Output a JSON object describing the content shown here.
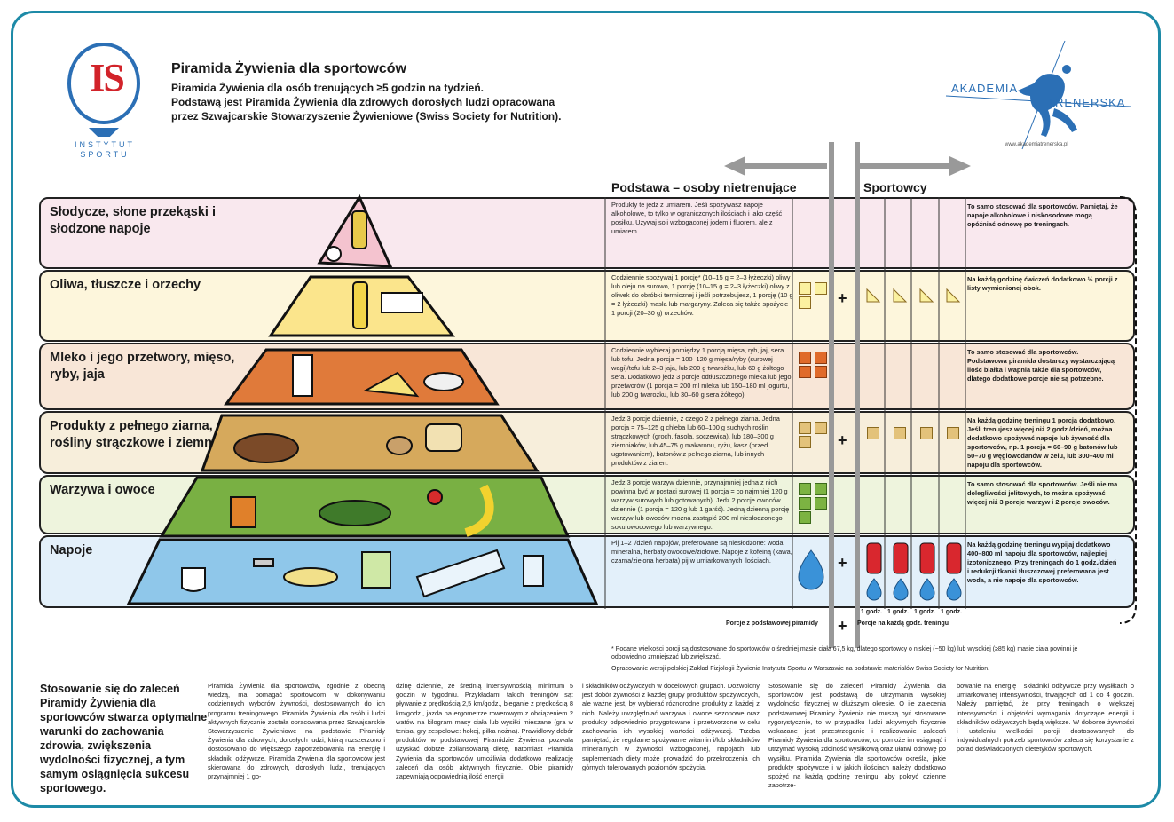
{
  "logo_institute": {
    "letters": "IS",
    "line1": "INSTYTUT",
    "line2": "SPORTU"
  },
  "header": {
    "title": "Piramida Żywienia dla sportowców",
    "line1": "Piramida Żywienia dla osób trenujących ≥5 godzin na tydzień.",
    "line2": "Podstawą jest Piramida Żywienia dla zdrowych dorosłych ludzi opracowana",
    "line3": "przez Szwajcarskie Stowarzyszenie Żywieniowe (Swiss Society for Nutrition)."
  },
  "logo_akademia": {
    "word1": "AKADEMIA",
    "word2": "TRENERSKA",
    "url": "www.akademiatrenerska.pl"
  },
  "columns": {
    "base": "Podstawa – osoby nietrenujące",
    "athletes": "Sportowcy"
  },
  "rows": [
    {
      "label": "Słodycze, słone przekąski i słodzone napoje",
      "color": "#f9e8ee",
      "base_text": "Produkty te jedz z umiarem. Jeśli spożywasz napoje alkoholowe, to tylko w ograniczonych ilościach i jako część posiłku. Używaj soli wzbogaconej jodem i fluorem, ale z umiarem.",
      "athlete_text": "To samo stosować dla sportowców. Pamiętaj, że napoje alkoholowe i niskosodowe mogą opóźniać odnowę po treningach."
    },
    {
      "label": "Oliwa, tłuszcze i orzechy",
      "color": "#fdf6dc",
      "base_text": "Codziennie spożywaj 1 porcję* (10–15 g = 2–3 łyżeczki) oliwy lub oleju na surowo, 1 porcję (10–15 g = 2–3 łyżeczki) oliwy z oliwek do obróbki termicznej i jeśli potrzebujesz, 1 porcję (10 g = 2 łyżeczki) masła lub margaryny. Zaleca się także spożycie 1 porcji (20–30 g) orzechów.",
      "athlete_text": "Na każdą godzinę ćwiczeń dodatkowo ½ porcji z listy wymienionej obok."
    },
    {
      "label": "Mleko i jego przetwory, mięso, ryby, jaja",
      "color": "#f8e6d7",
      "base_text": "Codziennie wybieraj pomiędzy 1 porcją mięsa, ryb, jaj, sera lub tofu. Jedna porcja = 100–120 g mięsa/ryby (surowej wagi)/tofu lub 2–3 jaja, lub 200 g twarożku, lub 60 g żółtego sera. Dodatkowo jedz 3 porcje odtłuszczonego mleka lub jego przetworów (1 porcja = 200 ml mleka lub 150–180 ml jogurtu, lub 200 g twarożku, lub 30–60 g sera żółtego).",
      "athlete_text": "To samo stosować dla sportowców. Podstawowa piramida dostarczy wystarczającą ilość białka i wapnia także dla sportowców, dlatego dodatkowe porcje nie są potrzebne."
    },
    {
      "label": "Produkty z pełnego ziarna, rośliny strączkowe i ziemniaki",
      "color": "#f7eedb",
      "base_text": "Jedz 3 porcje dziennie, z czego 2 z pełnego ziarna. Jedna porcja = 75–125 g chleba lub 60–100 g suchych roślin strączkowych (groch, fasola, soczewica), lub 180–300 g ziemniaków, lub 45–75 g makaronu, ryżu, kasz (przed ugotowaniem), batonów z pełnego ziarna, lub innych produktów z ziaren.",
      "athlete_text": "Na każdą godzinę treningu 1 porcja dodatkowo. Jeśli trenujesz więcej niż 2 godz./dzień, można dodatkowo spożywać napoje lub żywność dla sportowców, np. 1 porcja = 60–90 g batonów lub 50–70 g węglowodanów w żelu, lub 300–400 ml napoju dla sportowców."
    },
    {
      "label": "Warzywa i owoce",
      "color": "#eef4dd",
      "base_text": "Jedz 3 porcje warzyw dziennie, przynajmniej jedna z nich powinna być w postaci surowej (1 porcja = co najmniej 120 g warzyw surowych lub gotowanych). Jedz 2 porcje owoców dziennie (1 porcja = 120 g lub 1 garść). Jedną dzienną porcję warzyw lub owoców można zastąpić 200 ml niesłodzonego soku owocowego lub warzywnego.",
      "athlete_text": "To samo stosować dla sportowców. Jeśli nie ma dolegliwości jelitowych, to można spożywać więcej niż 3 porcje warzyw i 2 porcje owoców."
    },
    {
      "label": "Napoje",
      "color": "#e3f0fa",
      "base_text": "Pij 1–2 l/dzień napojów, preferowane są niesłodzone: woda mineralna, herbaty owocowe/ziołowe. Napoje z kofeiną (kawa, czarna/zielona herbata) pij w umiarkowanych ilościach.",
      "athlete_text": "Na każdą godzinę treningu wypijaj dodatkowo 400–800 ml napoju dla sportowców, najlepiej izotonicznego. Przy treningach do 1 godz./dzień i redukcji tkanki tłuszczowej preferowana jest woda, a nie napoje dla sportowców."
    }
  ],
  "hours": [
    "1 godz.",
    "1 godz.",
    "1 godz.",
    "1 godz."
  ],
  "legend": {
    "base": "Porcje z podstawowej piramidy",
    "plus": "+",
    "athletes": "Porcje na każdą godz. treningu"
  },
  "footnote": "* Podane wielkości porcji są dostosowane do sportowców o średniej masie ciała 67,5 kg, dlatego sportowcy o niskiej (~50 kg) lub wysokiej (≥85 kg) masie ciała powinni je odpowiednio zmniejszać lub zwiększać.",
  "credit": "Opracowanie wersji polskiej Zakład Fizjologii Żywienia Instytutu Sportu w Warszawie na podstawie materiałów Swiss Society for Nutrition.",
  "slogan": "Stosowanie się do zaleceń Piramidy Żywienia dla sportowców stwarza optymalne warunki do zachowania zdrowia, zwiększenia wydolności fizycznej, a tym samym osiągnięcia sukcesu sportowego.",
  "body_columns": [
    "Piramida Żywienia dla sportowców, zgodnie z obecną wiedzą, ma pomagać sportowcom w dokonywaniu codziennych wyborów żywności, dostosowanych do ich programu treningowego. Piramida Żywienia dla osób i ludzi aktywnych fizycznie została opracowana przez Szwajcarskie Stowarzyszenie Żywieniowe na podstawie Piramidy Żywienia dla zdrowych, dorosłych ludzi, którą rozszerzono i dostosowano do większego zapotrzebowania na energię i składniki odżywcze. Piramida Żywienia dla sportowców jest skierowana do zdrowych, dorosłych ludzi, trenujących przynajmniej 1 go-",
    "dzinę dziennie, ze średnią intensywnością, minimum 5 godzin w tygodniu. Przykładami takich treningów są: pływanie z prędkością 2,5 km/godz., bieganie z prędkością 8 km/godz., jazda na ergometrze rowerowym z obciążeniem 2 watów na kilogram masy ciała lub wysiłki mieszane (gra w tenisa, gry zespołowe: hokej, piłka nożna). Prawidłowy dobór produktów w podstawowej Piramidzie Żywienia pozwala uzyskać dobrze zbilansowaną dietę, natomiast Piramida Żywienia dla sportowców umożliwia dodatkowo realizację zaleceń dla osób aktywnych fizycznie. Obie piramidy zapewniają odpowiednią ilość energii",
    "i składników odżywczych w docelowych grupach. Dozwolony jest dobór żywności z każdej grupy produktów spożywczych, ale ważne jest, by wybierać różnorodne produkty z każdej z nich. Należy uwzględniać warzywa i owoce sezonowe oraz produkty odpowiednio przygotowane i przetworzone w celu zachowania ich wysokiej wartości odżywczej. Trzeba pamiętać, że regularne spożywanie witamin i/lub składników mineralnych w żywności wzbogaconej, napojach lub suplementach diety może prowadzić do przekroczenia ich górnych tolerowanych poziomów spożycia.",
    "Stosowanie się do zaleceń Piramidy Żywienia dla sportowców jest podstawą do utrzymania wysokiej wydolności fizycznej w dłuższym okresie. O ile zalecenia podstawowej Piramidy Żywienia nie muszą być stosowane rygorystycznie, to w przypadku ludzi aktywnych fizycznie wskazane jest przestrzeganie i realizowanie zaleceń Piramidy Żywienia dla sportowców, co pomoże im osiągnąć i utrzymać wysoką zdolność wysiłkową oraz ułatwi odnowę po wysiłku. Piramida Żywienia dla sportowców określa, jakie produkty spożywcze i w jakich ilościach należy dodatkowo spożyć na każdą godzinę treningu, aby pokryć dzienne zapotrze-",
    "bowanie na energię i składniki odżywcze przy wysiłkach o umiarkowanej intensywności, trwających od 1 do 4 godzin. Należy pamiętać, że przy treningach o większej intensywności i objętości wymagania dotyczące energii i składników odżywczych będą większe. W doborze żywności i ustaleniu wielkości porcji dostosowanych do indywidualnych potrzeb sportowców zaleca się korzystanie z porad doświadczonych dietetyków sportowych."
  ],
  "colors": {
    "frame": "#1d8aa7",
    "blue": "#2b6fb5",
    "red": "#d2232a",
    "water": "#3a92d8",
    "bottle": "#d9272e"
  }
}
